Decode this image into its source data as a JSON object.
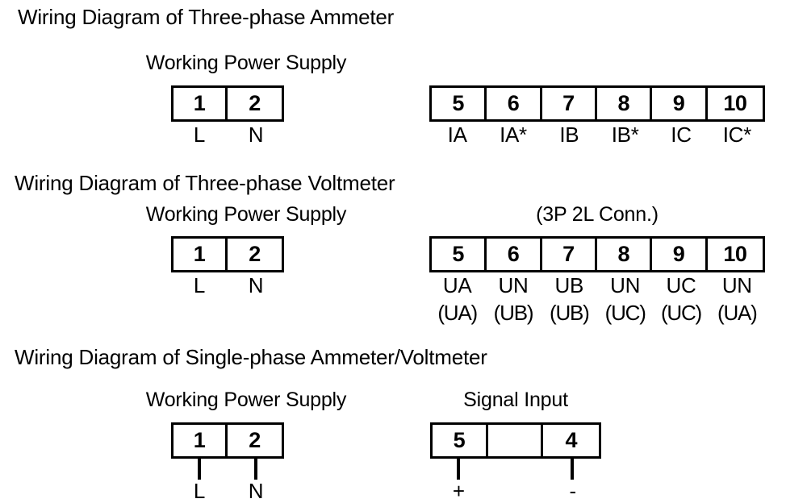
{
  "page": {
    "background": "#ffffff",
    "ink": "#000000"
  },
  "sections": [
    {
      "id": "three-phase-ammeter",
      "title": "Wiring Diagram of Three-phase Ammeter",
      "power": {
        "label": "Working Power Supply",
        "terminals": [
          "1",
          "2"
        ],
        "pins": [
          "L",
          "N"
        ],
        "leads": false
      },
      "signal": {
        "label": "",
        "terminals": [
          "5",
          "6",
          "7",
          "8",
          "9",
          "10"
        ],
        "pins": [
          "IA",
          "IA*",
          "IB",
          "IB*",
          "IC",
          "IC*"
        ],
        "pins_secondary": [],
        "leads": false
      }
    },
    {
      "id": "three-phase-voltmeter",
      "title": "Wiring Diagram of Three-phase Voltmeter",
      "power": {
        "label": "Working Power Supply",
        "terminals": [
          "1",
          "2"
        ],
        "pins": [
          "L",
          "N"
        ],
        "leads": false
      },
      "signal": {
        "label": "(3P 2L Conn.)",
        "terminals": [
          "5",
          "6",
          "7",
          "8",
          "9",
          "10"
        ],
        "pins": [
          "UA",
          "UN",
          "UB",
          "UN",
          "UC",
          "UN"
        ],
        "pins_secondary": [
          "(UA)",
          "(UB)",
          "(UB)",
          "(UC)",
          "(UC)",
          "(UA)"
        ],
        "leads": false
      }
    },
    {
      "id": "single-phase-ammeter-voltmeter",
      "title": "Wiring Diagram of Single-phase Ammeter/Voltmeter",
      "power": {
        "label": "Working Power Supply",
        "terminals": [
          "1",
          "2"
        ],
        "pins": [
          "L",
          "N"
        ],
        "leads": true
      },
      "signal": {
        "label": "Signal Input",
        "terminals": [
          "5",
          "",
          "4"
        ],
        "pins": [
          "+",
          "",
          "-"
        ],
        "pins_secondary": [],
        "leads": true
      }
    }
  ]
}
